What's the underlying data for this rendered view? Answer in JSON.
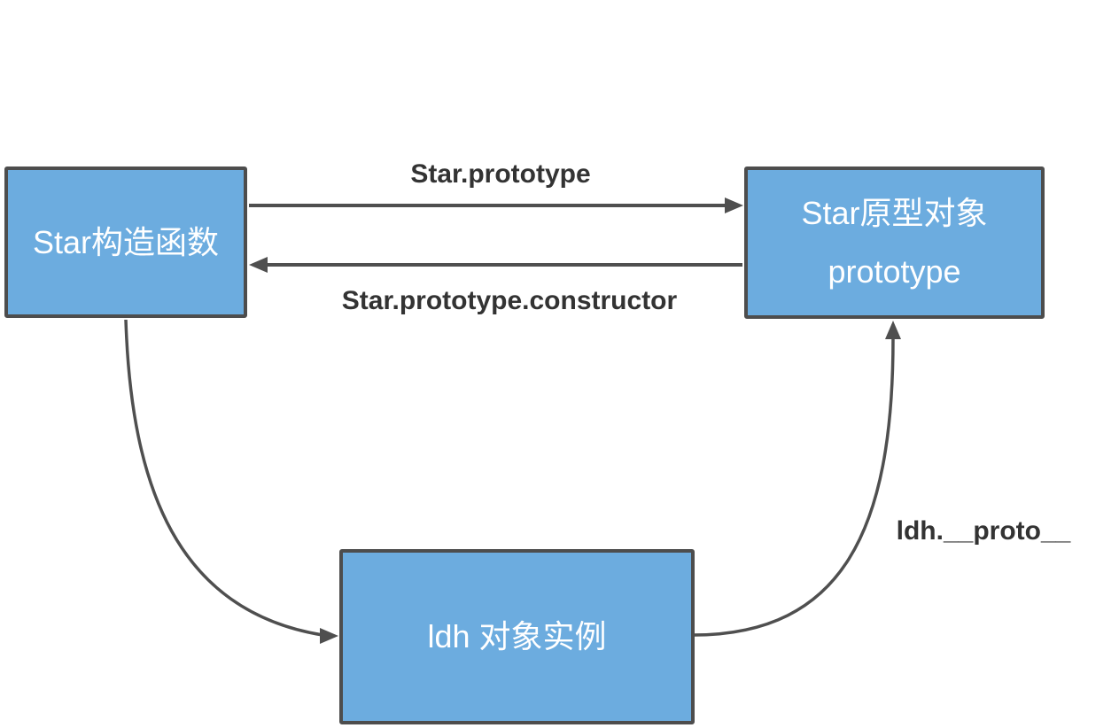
{
  "colors": {
    "background": "#FFFFFF",
    "node_fill": "#6CACDF",
    "node_border": "#4D4D4D",
    "node_text": "#FFFFFF",
    "arrow": "#4F4F4F",
    "edge_label": "#333333"
  },
  "nodes": {
    "constructor": {
      "label": "Star构造函数"
    },
    "prototype": {
      "line1": "Star原型对象",
      "line2": "prototype"
    },
    "instance": {
      "label": "ldh 对象实例"
    }
  },
  "edges": {
    "to_prototype": {
      "label": "Star.prototype"
    },
    "to_constructor": {
      "label": "Star.prototype.constructor"
    },
    "proto_link": {
      "label": "ldh.__proto__"
    }
  }
}
